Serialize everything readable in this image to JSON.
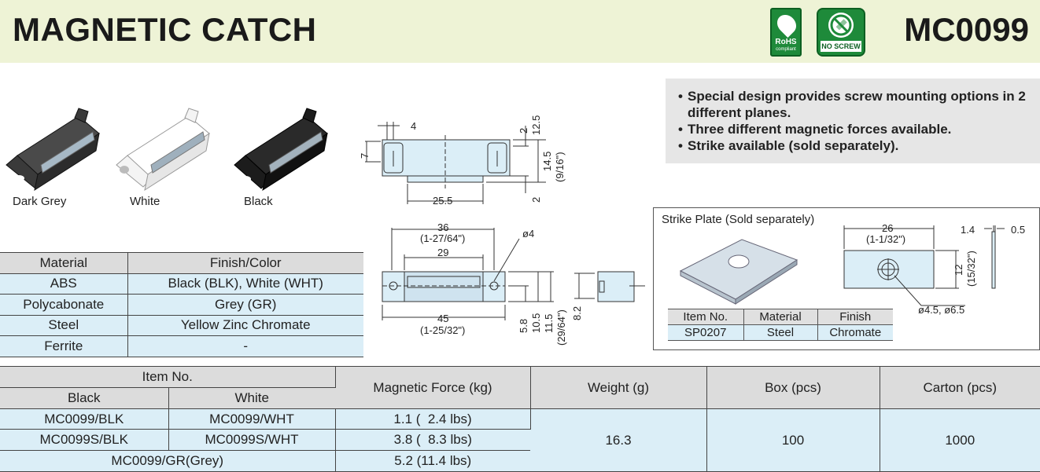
{
  "header": {
    "title": "MAGNETIC CATCH",
    "model": "MC0099",
    "badges": {
      "rohs_line1": "RoHS",
      "rohs_line2": "compliant",
      "no_screw": "NO SCREW"
    }
  },
  "features": [
    "Special design provides screw mounting options in 2 different planes.",
    "Three different magnetic forces available.",
    "Strike available (sold separately)."
  ],
  "products": [
    {
      "label": "Dark Grey",
      "color": "#3a3a3a"
    },
    {
      "label": "White",
      "color": "#f4f4f4"
    },
    {
      "label": "Black",
      "color": "#1c1c1c"
    }
  ],
  "material_table": {
    "headers": [
      "Material",
      "Finish/Color"
    ],
    "rows": [
      [
        "ABS",
        "Black (BLK), White (WHT)"
      ],
      [
        "Polycabonate",
        "Grey (GR)"
      ],
      [
        "Steel",
        "Yellow Zinc Chromate"
      ],
      [
        "Ferrite",
        "-"
      ]
    ]
  },
  "drawing": {
    "top_view": {
      "d_4": "4",
      "d_2_top": "2",
      "d_12_5": "12.5",
      "d_7": "7",
      "d_14_5": "14.5",
      "d_9_16": "(9/16\")",
      "d_2_bottom": "2",
      "d_25_5": "25.5"
    },
    "front_view": {
      "d_36": "36",
      "d_36_in": "(1-27/64\")",
      "d_29": "29",
      "d_phi4": "ø4",
      "d_45": "45",
      "d_45_in": "(1-25/32\")",
      "d_5_8": "5.8",
      "d_10_5": "10.5",
      "d_11_5": "11.5",
      "d_29_64": "(29/64\")",
      "d_8_2": "8.2"
    }
  },
  "strike": {
    "title": "Strike Plate (Sold separately)",
    "dims": {
      "d_26": "26",
      "d_26_in": "(1-1/32\")",
      "d_12": "12",
      "d_15_32": "(15/32\")",
      "d_holes": "ø4.5, ø6.5",
      "d_1_4": "1.4",
      "d_0_5": "0.5"
    },
    "table": {
      "headers": [
        "Item No.",
        "Material",
        "Finish"
      ],
      "row": [
        "SP0207",
        "Steel",
        "Chromate"
      ]
    }
  },
  "main_table": {
    "header": {
      "item_no": "Item No.",
      "black": "Black",
      "white": "White",
      "magnetic_force": "Magnetic Force (kg)",
      "weight": "Weight (g)",
      "box": "Box (pcs)",
      "carton": "Carton (pcs)"
    },
    "rows": [
      {
        "black": "MC0099/BLK",
        "white": "MC0099/WHT",
        "force": "1.1 (  2.4 lbs)"
      },
      {
        "black": "MC0099S/BLK",
        "white": "MC0099S/WHT",
        "force": "3.8 (  8.3 lbs)"
      }
    ],
    "grey_row": {
      "item": "MC0099/GR(Grey)",
      "force": "5.2 (11.4 lbs)"
    },
    "weight": "16.3",
    "box": "100",
    "carton": "1000"
  },
  "colors": {
    "header_bg": "#eef3d6",
    "table_header_bg": "#dcdcdc",
    "table_body_bg": "#dbeef7",
    "badge_green": "#1e8a3a"
  }
}
